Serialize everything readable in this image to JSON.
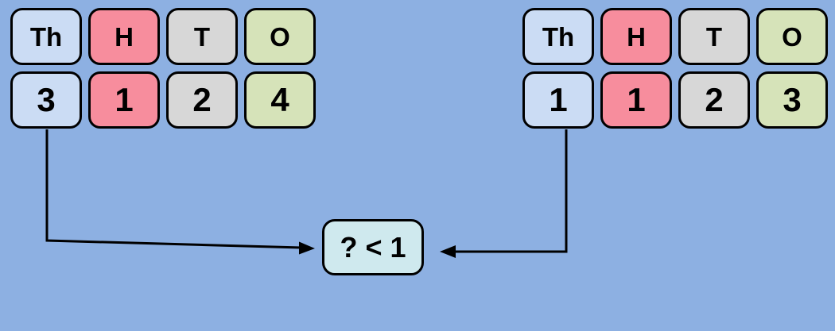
{
  "canvas": {
    "background_color": "#8db0e2",
    "description": "Place value comparison diagram"
  },
  "left_table": {
    "headers": [
      "Th",
      "H",
      "T",
      "O"
    ],
    "values": [
      "3",
      "1",
      "2",
      "4"
    ]
  },
  "right_table": {
    "headers": [
      "Th",
      "H",
      "T",
      "O"
    ],
    "values": [
      "1",
      "1",
      "2",
      "3"
    ]
  },
  "comparison_box": {
    "label": "? < 1"
  },
  "colors": {
    "background": "#8db0e2",
    "thousands_card": "#cbdcf4",
    "hundreds_card": "#f78d9d",
    "tens_card": "#d7d7d7",
    "ones_card": "#d6e3b9",
    "comparison_box": "#cfe9ee",
    "outline": "#000000",
    "arrow": "#000000",
    "text": "#000000"
  }
}
